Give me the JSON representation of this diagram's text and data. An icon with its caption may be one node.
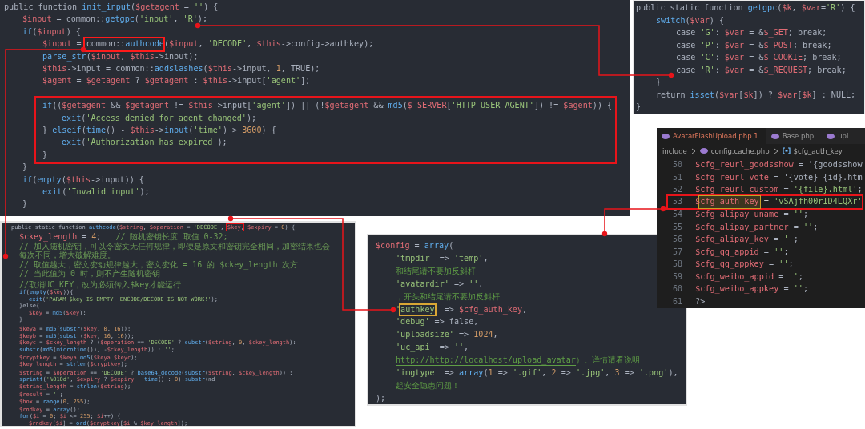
{
  "diagram": {
    "nodes": [
      {
        "text": [
          "public function init_input($getagent = '') {",
          "$input = common::getgpc('input', 'R');",
          "if($input) {",
          "$input = common::authcode($input, 'DECODE', $this->config->authkey);",
          "parse_str($input, $this->input);",
          "$this->input = common::addslashes($this->input, 1, TRUE);",
          "$agent = $getagent ? $getagent : $this->input['agent'];",
          "}",
          "if(empty($this->input)) {",
          "exit('Invalid input');",
          "}"
        ]
      },
      {
        "text": [],
        "shape": "box",
        "in": 0
      },
      {
        "text": [
          "if(($getagent && $getagent != $this->input['agent']) || (!$getagent && md5($_SERVER['HTTP_USER_AGENT']) != $agent)) {",
          "exit('Access denied for agent changed');",
          "} elseif(time() - $this->input('time') > 3600) {",
          "exit('Authorization has expired');",
          "}"
        ],
        "in": 0
      },
      {
        "text": [
          "public static function getgpc($k, $var='R') {",
          "switch($var) {",
          "case 'G': $var = &$_GET; break;",
          "case 'P': $var = &$_POST; break;",
          "case 'C': $var = &$_COOKIE; break;",
          "case 'R': $var = &$_REQUEST; break;",
          "}",
          "return isset($var[$k]) ? $var[$k] : NULL;",
          "}"
        ]
      },
      {
        "text": [
          "AvatarFlashUpload.php 1",
          "Base.php",
          "upl",
          "include",
          "config.cache.php",
          "$cfg_auth_key",
          "50",
          "$cfg_reurl_goodsshow = '{goodsshow",
          "51",
          "$cfg_reurl_vote = '{vote}-{id}.htm",
          "52",
          "$cfg_reurl_custom = '{file}.html';",
          "54",
          "$cfg_alipay_uname = '';",
          "55",
          "$cfg_alipay_partner = '';",
          "56",
          "$cfg_alipay_key = '';",
          "57",
          "$cfg_qq_appid = '';",
          "58",
          "$cfg_qq_appkey = '';",
          "59",
          "$cfg_weibo_appid = '';",
          "60",
          "$cfg_weibo_appkey = '';",
          "61",
          "?>"
        ]
      },
      {
        "text": [
          "53",
          "$cfg_auth_key = 'vSAjfh00rID4LQXr'"
        ],
        "in": 4
      },
      {
        "text": [
          "public static function authcode($string, $operation = 'DECODE', $key, $expiry = 0) {",
          "$ckey_length = 4;   // 随机密钥长度 取值 0-32;",
          "// 加入随机密钥，可以令密文无任何规律，即便是原文和密钥完全相同，加密结果也会每次不同，增大破解难度。",
          "// 取值越大，密文变动规律越大，密文变化 = 16 的 $ckey_length 次方",
          "// 当此值为 0 时，则不产生随机密钥",
          "//取消UC_KEY，改为必须传入$key才能运行",
          "if(empty($key)){",
          "exit('PARAM $key IS EMPTY! ENCODE/DECODE IS NOT WORK!');",
          "}else{",
          "$key = md5($key);",
          "}",
          "$keya = md5(substr($key, 0, 16));",
          "$keyb = md5(substr($key, 16, 16));",
          "$keyc = $ckey_length ? ($operation == 'DECODE' ? substr($string, 0, $ckey_length): substr(md5(microtime()), -$ckey_length)) : '';",
          "$cryptkey = $keya.md5($keya.$keyc);",
          "$key_length = strlen($cryptkey);",
          "$string = $operation == 'DECODE' ? base64_decode(substr($string, $ckey_length)) : sprintf('%010d', $expiry ? $expiry + time() : 0).substr(md",
          "$string_length = strlen($string);",
          "$result = '';",
          "$box = range(0, 255);",
          "$rndkey = array();",
          "for($i = 0; $i <= 255; $i++) {",
          "$rndkey[$i] = ord($cryptkey[$i % $key_length]);"
        ]
      },
      {
        "text": [],
        "shape": "box",
        "in": 6
      },
      {
        "text": [
          "$config = array(",
          "'tmpdir' => 'temp',",
          "和结尾请不要加反斜杆",
          "'avatardir' => '',",
          "，开头和结尾请不要加反斜杆",
          "'authkey' => $cfg_auth_key,",
          "'debug' => false,",
          "'uploadsize' => 1024,",
          "'uc_api' => '',",
          "http://http://localhost/upload_avatar）。详情请看说明",
          "'imgtype' => array(1 => '.gif', 2 => '.jpg', 3 => '.png'),",
          "起安全隐患问题！",
          ");"
        ]
      },
      {
        "text": [],
        "shape": "box",
        "in": 8
      }
    ],
    "edges": [
      {
        "from": 0,
        "to": 3,
        "arrow": "other"
      },
      {
        "from": 1,
        "to": 6,
        "arrow": "other"
      },
      {
        "from": 7,
        "to": 9,
        "arrow": "other"
      },
      {
        "from": 8,
        "to": 5,
        "arrow": "other"
      }
    ]
  }
}
